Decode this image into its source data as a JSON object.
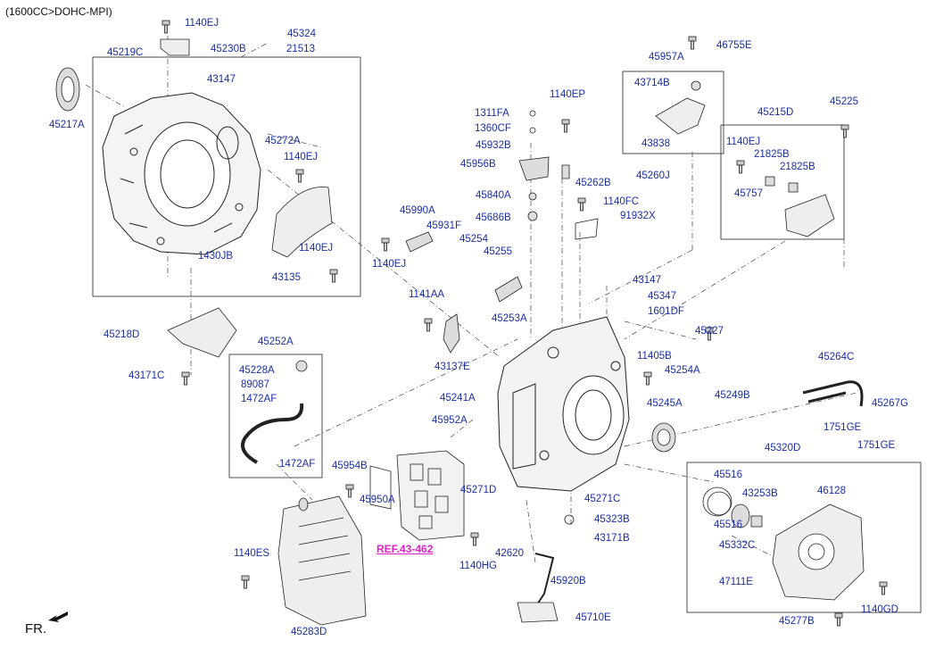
{
  "header": "(1600CC>DOHC-MPI)",
  "ref_label": "REF.43-462",
  "front_label": "FR.",
  "parts": [
    {
      "id": "1140EJ"
    },
    {
      "id": "45324"
    },
    {
      "id": "45219C"
    },
    {
      "id": "45230B"
    },
    {
      "id": "21513"
    },
    {
      "id": "45217A"
    },
    {
      "id": "43147"
    },
    {
      "id": "45272A"
    },
    {
      "id": "1140EJ"
    },
    {
      "id": "1140EJ"
    },
    {
      "id": "1430JB"
    },
    {
      "id": "43135"
    },
    {
      "id": "45218D"
    },
    {
      "id": "43171C"
    },
    {
      "id": "45252A"
    },
    {
      "id": "45228A"
    },
    {
      "id": "89087"
    },
    {
      "id": "1472AF"
    },
    {
      "id": "1472AF"
    },
    {
      "id": "1140ES"
    },
    {
      "id": "45283D"
    },
    {
      "id": "45954B"
    },
    {
      "id": "45950A"
    },
    {
      "id": "1311FA"
    },
    {
      "id": "1360CF"
    },
    {
      "id": "45932B"
    },
    {
      "id": "45956B"
    },
    {
      "id": "1140EP"
    },
    {
      "id": "45840A"
    },
    {
      "id": "45686B"
    },
    {
      "id": "45990A"
    },
    {
      "id": "45931F"
    },
    {
      "id": "45254"
    },
    {
      "id": "45255"
    },
    {
      "id": "1140EJ"
    },
    {
      "id": "45253A"
    },
    {
      "id": "1141AA"
    },
    {
      "id": "43137E"
    },
    {
      "id": "45241A"
    },
    {
      "id": "45952A"
    },
    {
      "id": "45271D"
    },
    {
      "id": "45271C"
    },
    {
      "id": "45323B"
    },
    {
      "id": "43171B"
    },
    {
      "id": "42620"
    },
    {
      "id": "1140HG"
    },
    {
      "id": "45920B"
    },
    {
      "id": "45710E"
    },
    {
      "id": "46755E"
    },
    {
      "id": "45957A"
    },
    {
      "id": "43714B"
    },
    {
      "id": "43838"
    },
    {
      "id": "45260J"
    },
    {
      "id": "45262B"
    },
    {
      "id": "1140FC"
    },
    {
      "id": "91932X"
    },
    {
      "id": "43147"
    },
    {
      "id": "45347"
    },
    {
      "id": "1601DF"
    },
    {
      "id": "45227"
    },
    {
      "id": "11405B"
    },
    {
      "id": "45254A"
    },
    {
      "id": "45249B"
    },
    {
      "id": "45245A"
    },
    {
      "id": "45225"
    },
    {
      "id": "45215D"
    },
    {
      "id": "1140EJ"
    },
    {
      "id": "21825B"
    },
    {
      "id": "21825B"
    },
    {
      "id": "45757"
    },
    {
      "id": "45264C"
    },
    {
      "id": "45267G"
    },
    {
      "id": "1751GE"
    },
    {
      "id": "1751GE"
    },
    {
      "id": "45320D"
    },
    {
      "id": "45516"
    },
    {
      "id": "45516"
    },
    {
      "id": "43253B"
    },
    {
      "id": "46128"
    },
    {
      "id": "45332C"
    },
    {
      "id": "47111E"
    },
    {
      "id": "45277B"
    },
    {
      "id": "1140GD"
    }
  ]
}
